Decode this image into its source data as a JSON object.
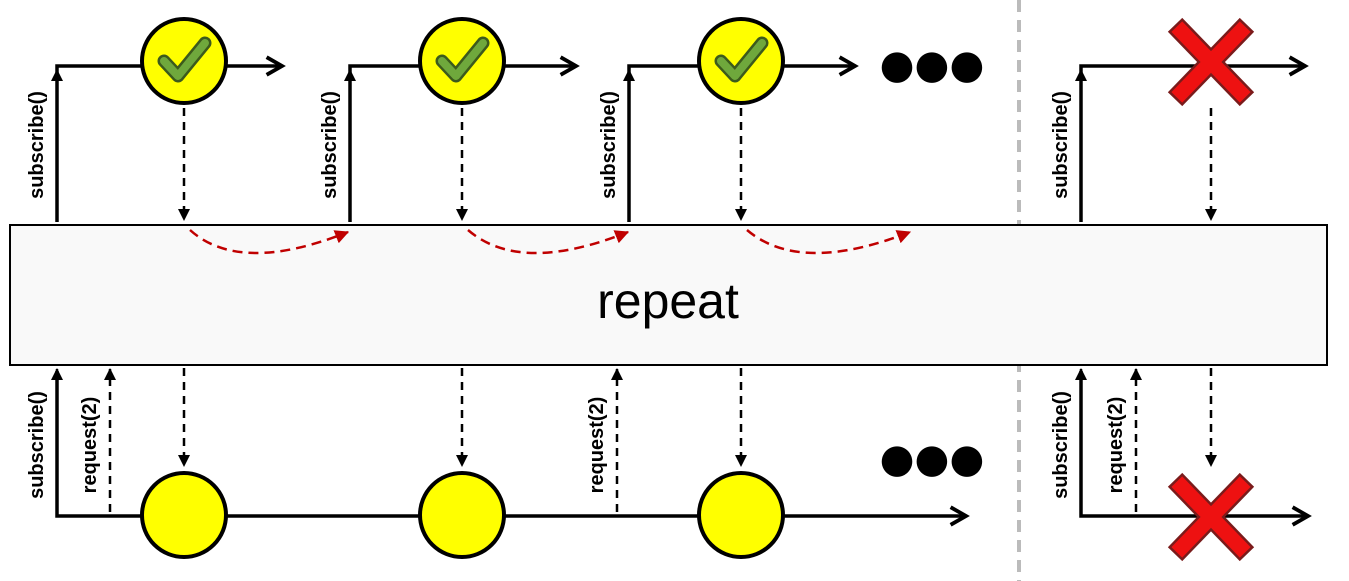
{
  "operator": {
    "name": "repeat"
  },
  "labels": {
    "subscribe": "subscribe()",
    "request": "request(2)",
    "continuation": "●●●"
  },
  "icons": {
    "complete_marker": "check-icon",
    "error_marker": "cross-icon"
  },
  "colors": {
    "item_fill": "#ffff00",
    "check_green": "#6fa83c",
    "error_red": "#ee1111",
    "resubscribe_arrow": "#c00000",
    "line": "#000000",
    "separator": "#bbbbbb"
  }
}
